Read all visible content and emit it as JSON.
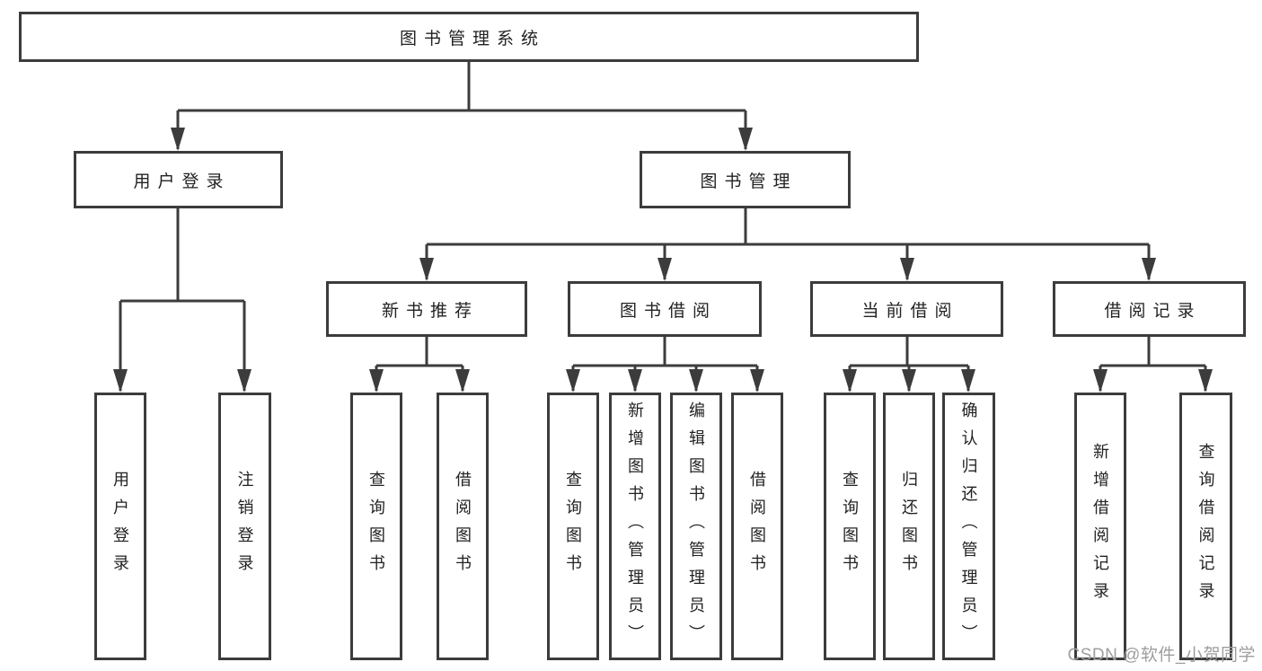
{
  "diagram": {
    "root": {
      "label": "图书管理系统"
    },
    "level2": [
      {
        "label": "用户登录"
      },
      {
        "label": "图书管理"
      }
    ],
    "level3": [
      {
        "label": "新书推荐"
      },
      {
        "label": "图书借阅"
      },
      {
        "label": "当前借阅"
      },
      {
        "label": "借阅记录"
      }
    ],
    "leaves": {
      "user_login": [
        "用户登录",
        "注销登录"
      ],
      "new_books": [
        "查询图书",
        "借阅图书"
      ],
      "book_borrow": [
        "查询图书",
        "新增图书（管理员）",
        "编辑图书（管理员）",
        "借阅图书"
      ],
      "current_borrow": [
        "查询图书",
        "归还图书",
        "确认归还（管理员）"
      ],
      "borrow_records": [
        "新增借阅记录",
        "查询借阅记录"
      ]
    }
  },
  "watermark": "CSDN @软件_小贺同学",
  "colors": {
    "line": "#3c3c3c",
    "text": "#222222",
    "watermark": "#9e9e9e",
    "background": "#ffffff"
  }
}
